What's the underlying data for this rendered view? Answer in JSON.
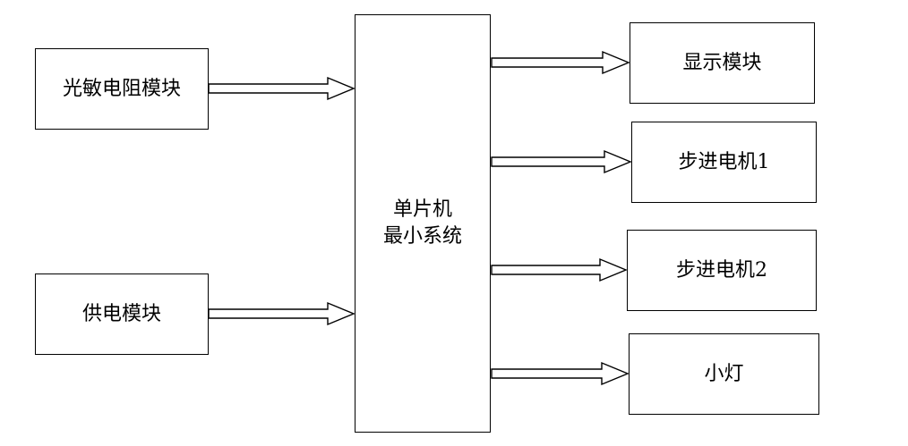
{
  "diagram": {
    "inputs": {
      "photoresistor": "光敏电阻模块",
      "power": "供电模块"
    },
    "mcu": {
      "line1": "单片机",
      "line2": "最小系统"
    },
    "outputs": {
      "display": "显示模块",
      "stepper1": "步进电机1",
      "stepper2": "步进电机2",
      "lamp": "小灯"
    }
  }
}
